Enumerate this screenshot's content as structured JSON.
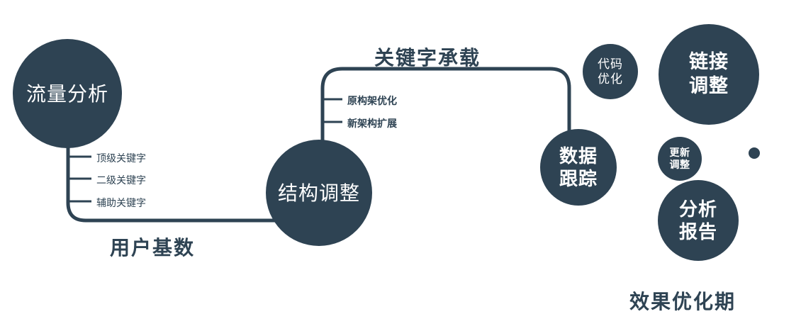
{
  "colors": {
    "primary": "#2e4353",
    "text_on_node": "#ffffff",
    "background": "#ffffff"
  },
  "nodes": {
    "traffic_analysis": {
      "label": "流量分析"
    },
    "structure_adjustment": {
      "label": "结构调整"
    },
    "data_tracking": {
      "line1": "数据",
      "line2": "跟踪"
    },
    "code_optimization": {
      "line1": "代码",
      "line2": "优化"
    },
    "link_adjustment": {
      "line1": "链接",
      "line2": "调整"
    },
    "update_adjustment": {
      "line1": "更新",
      "line2": "调整"
    },
    "analysis_report": {
      "line1": "分析",
      "line2": "报告"
    }
  },
  "edge_labels": {
    "user_base": "用户基数",
    "keyword_carrying": "关键字承载"
  },
  "branch_labels": {
    "traffic": [
      "顶级关键字",
      "二级关键字",
      "辅助关键字"
    ],
    "structure": [
      "原构架优化",
      "新架构扩展"
    ]
  },
  "caption": "效果优化期"
}
